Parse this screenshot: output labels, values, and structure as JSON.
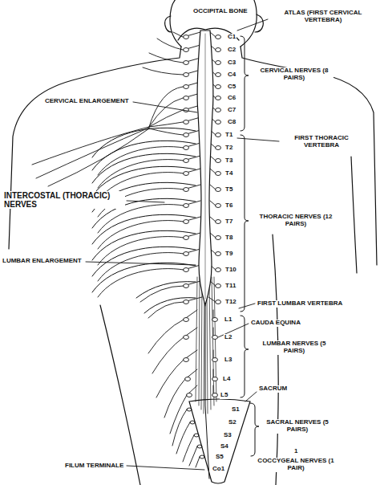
{
  "diagram": {
    "labels": [
      "OCCIPITAL BONE",
      "ATLAS (FIRST CERVICAL VERTEBRA)",
      "C1",
      "C2",
      "C3",
      "C4",
      "C5",
      "C6",
      "C7",
      "C8",
      "CERVICAL NERVES (8 PAIRS)",
      "CERVICAL ENLARGEMENT",
      "FIRST THORACIC VERTEBRA",
      "T1",
      "T2",
      "T3",
      "T4",
      "T5",
      "T6",
      "T7",
      "T8",
      "T9",
      "T10",
      "T11",
      "T12",
      "INTERCOSTAL (THORACIC) NERVES",
      "THORACIC NERVES (12 PAIRS)",
      "LUMBAR ENLARGEMENT",
      "FIRST LUMBAR VERTEBRA",
      "L1",
      "L2",
      "L3",
      "L4",
      "L5",
      "CAUDA EQUINA",
      "LUMBAR NERVES (5 PAIRS)",
      "SACRUM",
      "S1",
      "S2",
      "S3",
      "S4",
      "S5",
      "SACRAL NERVES (5 PAIRS)",
      "Co1",
      "FILUM TERMINALE",
      "1",
      "COCCYGEAL NERVES (1 PAIR)"
    ]
  }
}
